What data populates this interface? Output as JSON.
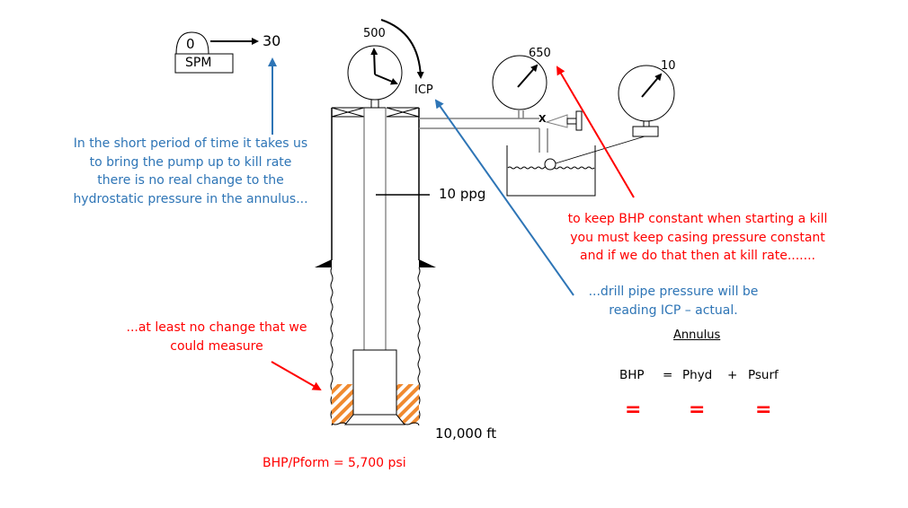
{
  "colors": {
    "blue_text": "#2e75b6",
    "red_text": "#ff0000",
    "hatch": "#f08a30",
    "line": "#000000",
    "pipe": "#808080"
  },
  "pump": {
    "counter_value": "0",
    "counter_label": "SPM",
    "target_value": "30"
  },
  "gauges": {
    "drill_pipe": {
      "reading": "500",
      "label": "ICP"
    },
    "casing": {
      "reading": "650"
    },
    "choke": {
      "reading": "10"
    }
  },
  "well": {
    "mud_weight": "10 ppg",
    "depth": "10,000 ft",
    "bottom_pressure": "BHP/Pform = 5,700 psi",
    "valve_mark": "X"
  },
  "notes": {
    "hydrostatic": [
      "In the short period of time it takes us",
      "to bring the pump up to kill rate",
      "there is no real change to the",
      "hydrostatic pressure in the annulus..."
    ],
    "no_change": [
      "...at least no change that we",
      "could measure"
    ],
    "keep_bhp": [
      "to keep BHP constant when starting a kill",
      "you must keep casing pressure constant",
      "and if we do that then at kill rate......."
    ],
    "drill_pipe": [
      "...drill pipe pressure will be",
      "reading ICP – actual."
    ]
  },
  "equation": {
    "title": "Annulus",
    "terms": [
      "BHP",
      "=",
      "Phyd",
      "+",
      "Psurf"
    ],
    "equals_marks": [
      "=",
      "=",
      "="
    ]
  }
}
